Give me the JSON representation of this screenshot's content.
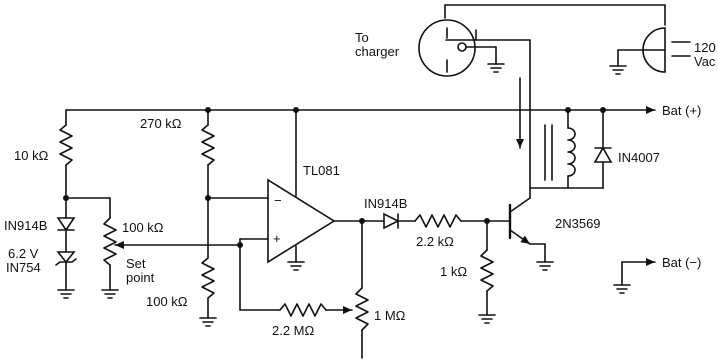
{
  "labels": {
    "to_charger": "To\ncharger",
    "vac": "120\nVac",
    "bat_pos": "Bat (+)",
    "bat_neg": "Bat (−)",
    "r_10k": "10 kΩ",
    "r_270k": "270 kΩ",
    "opamp": "TL081",
    "diode_in914b_sig": "IN914B",
    "r_2_2k": "2.2 kΩ",
    "transistor": "2N3569",
    "diode_in4007": "IN4007",
    "diode_in914b_ref": "IN914B",
    "zener_voltage": "6.2 V",
    "zener_part": "IN754",
    "pot_100k": "100 kΩ",
    "set_point": "Set\npoint",
    "r_100k": "100 kΩ",
    "r_2_2m": "2.2 MΩ",
    "pot_1m": "1 MΩ",
    "r_1k": "1 kΩ",
    "opamp_minus": "−",
    "opamp_plus": "+"
  }
}
